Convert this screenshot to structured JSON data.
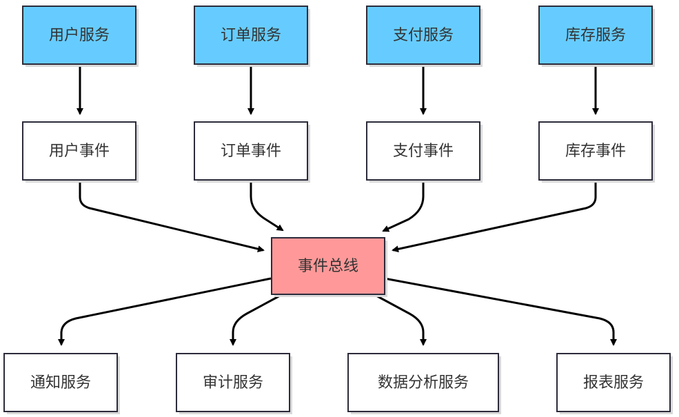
{
  "colors": {
    "service": "#66ccff",
    "event": "#ffffff",
    "bus": "#ff9999",
    "border": "#2b2b3a",
    "shadow": "#d9d9d9",
    "edge": "#000000"
  },
  "services": [
    {
      "label": "用户服务"
    },
    {
      "label": "订单服务"
    },
    {
      "label": "支付服务"
    },
    {
      "label": "库存服务"
    }
  ],
  "events": [
    {
      "label": "用户事件"
    },
    {
      "label": "订单事件"
    },
    {
      "label": "支付事件"
    },
    {
      "label": "库存事件"
    }
  ],
  "bus": {
    "label": "事件总线"
  },
  "consumers": [
    {
      "label": "通知服务"
    },
    {
      "label": "审计服务"
    },
    {
      "label": "数据分析服务"
    },
    {
      "label": "报表服务"
    }
  ],
  "edges": [
    {
      "from": "用户服务",
      "to": "用户事件"
    },
    {
      "from": "订单服务",
      "to": "订单事件"
    },
    {
      "from": "支付服务",
      "to": "支付事件"
    },
    {
      "from": "库存服务",
      "to": "库存事件"
    },
    {
      "from": "用户事件",
      "to": "事件总线"
    },
    {
      "from": "订单事件",
      "to": "事件总线"
    },
    {
      "from": "支付事件",
      "to": "事件总线"
    },
    {
      "from": "库存事件",
      "to": "事件总线"
    },
    {
      "from": "事件总线",
      "to": "通知服务"
    },
    {
      "from": "事件总线",
      "to": "审计服务"
    },
    {
      "from": "事件总线",
      "to": "数据分析服务"
    },
    {
      "from": "事件总线",
      "to": "报表服务"
    }
  ]
}
